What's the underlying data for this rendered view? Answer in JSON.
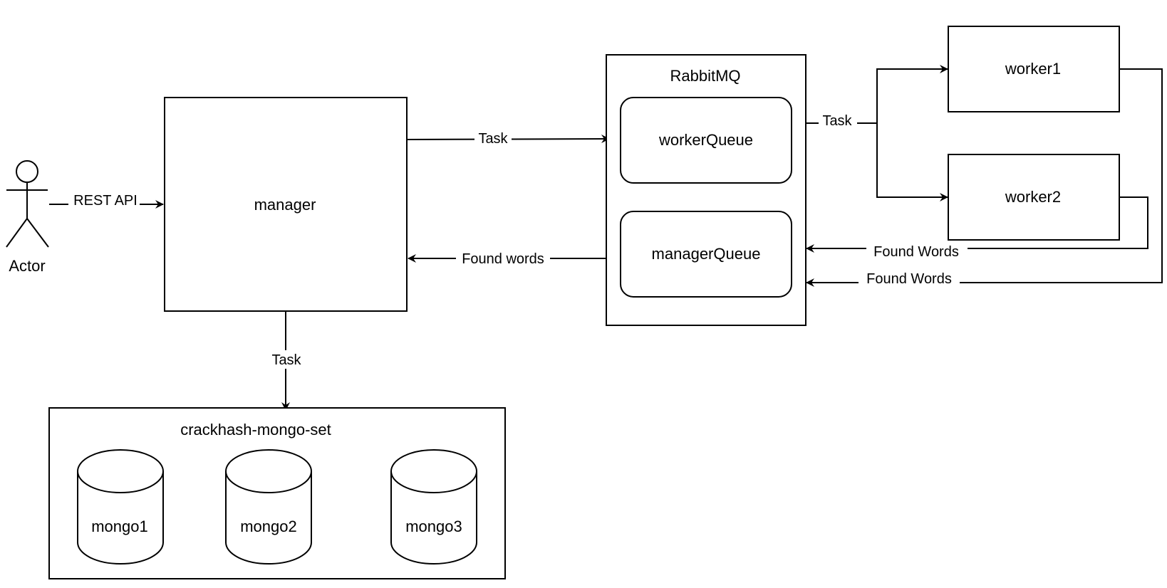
{
  "actor": {
    "label": "Actor"
  },
  "nodes": {
    "manager": "manager",
    "rabbitmq": "RabbitMQ",
    "worker_queue": "workerQueue",
    "manager_queue": "managerQueue",
    "worker1": "worker1",
    "worker2": "worker2",
    "mongo_set": "crackhash-mongo-set",
    "mongo1": "mongo1",
    "mongo2": "mongo2",
    "mongo3": "mongo3"
  },
  "edges": {
    "actor_to_manager": "REST API",
    "manager_to_worker_queue": "Task",
    "manager_queue_to_manager": "Found words",
    "worker_queue_to_workers": "Task",
    "worker2_to_manager_queue": "Found Words",
    "worker1_to_manager_queue": "Found Words",
    "manager_to_mongo": "Task"
  }
}
